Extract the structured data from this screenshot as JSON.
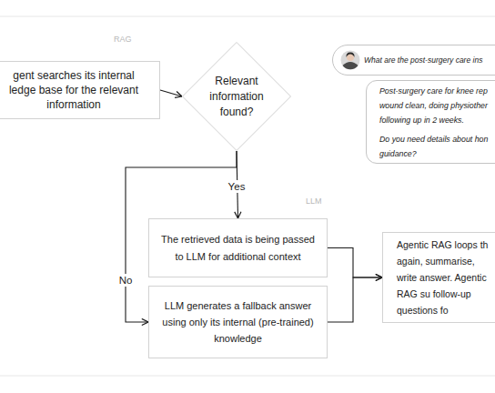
{
  "diagram": {
    "nodes": [
      {
        "text": [
          "gent searches its internal ledge base for the relevant information"
        ]
      },
      {
        "text": [
          "Relevant information found?"
        ]
      },
      {
        "text": [
          "What are the post-surgery care ins"
        ]
      },
      {
        "text": [
          "Post-surgery care for knee rep wound clean, doing physiother following up in 2 weeks.",
          "Do you need details about hon guidance?"
        ]
      },
      {
        "text": [
          "The retrieved data is being passed to LLM for additional context"
        ]
      },
      {
        "text": [
          "LLM generates a fallback answer using only its internal (pre-trained) knowledge"
        ]
      },
      {
        "text": [
          "Agentic RAG loops th again, summarise, write answer. Agentic RAG su follow-up questions fo"
        ]
      }
    ],
    "edges": [
      {
        "from": 0,
        "to": 1,
        "arrow": "to"
      },
      {
        "from": 1,
        "to": 4,
        "label": "Yes",
        "arrow": "to"
      },
      {
        "from": 1,
        "to": 5,
        "label": "No",
        "arrow": "to"
      },
      {
        "from": 4,
        "to": 6,
        "arrow": "to"
      },
      {
        "from": 5,
        "to": 6,
        "arrow": "to"
      }
    ],
    "labels": [
      "RAG",
      "LLM"
    ]
  }
}
